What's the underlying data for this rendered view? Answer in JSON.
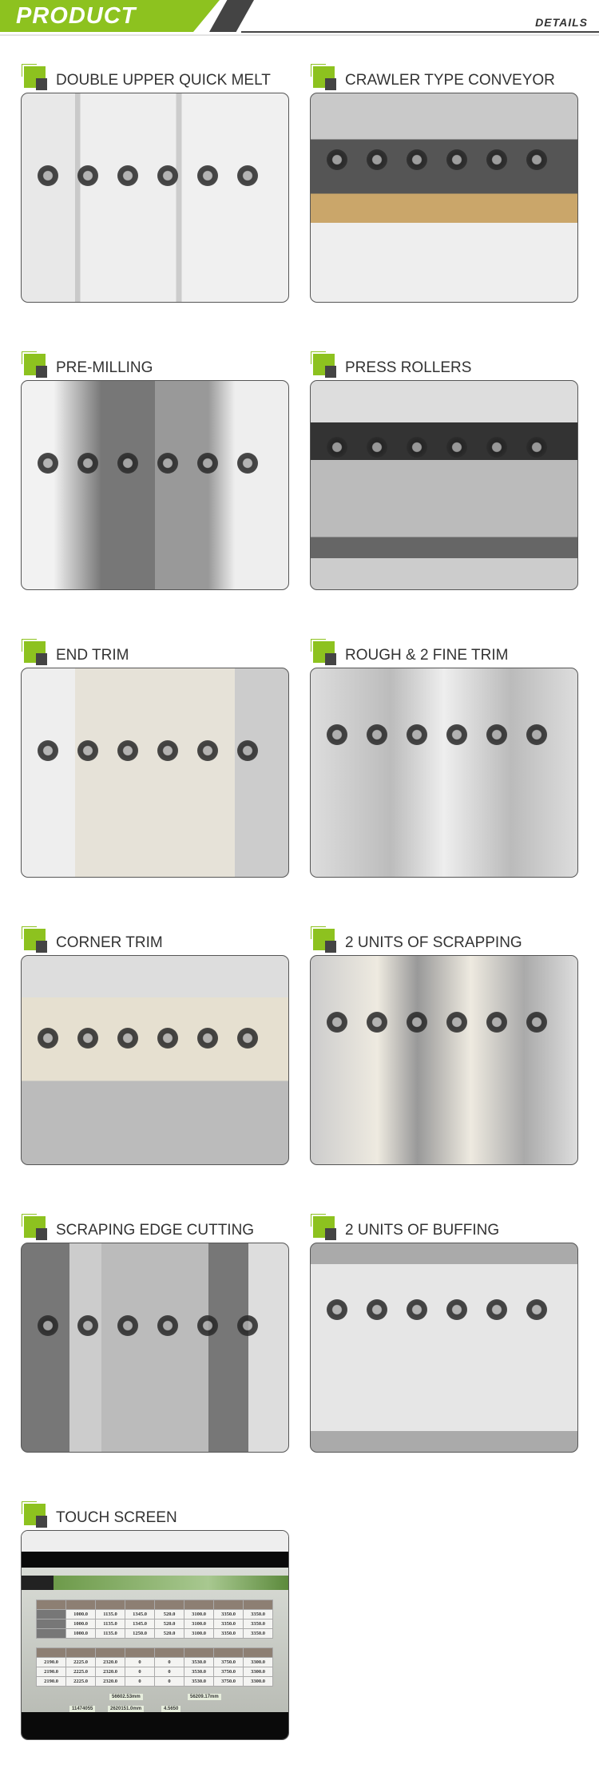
{
  "header": {
    "title": "PRODUCT",
    "subtitle": "DETAILS",
    "accent": "#8dc21f",
    "dark": "#444444"
  },
  "items": [
    {
      "title": "DOUBLE UPPER QUICK MELT",
      "image": "glue-pot-photo"
    },
    {
      "title": "CRAWLER TYPE CONVEYOR",
      "image": "conveyor-photo"
    },
    {
      "title": "PRE-MILLING",
      "image": "pre-milling-photo"
    },
    {
      "title": "PRESS ROLLERS",
      "image": "press-rollers-photo"
    },
    {
      "title": "END TRIM",
      "image": "end-trim-photo"
    },
    {
      "title": "ROUGH & 2 FINE TRIM",
      "image": "trim-photo"
    },
    {
      "title": "CORNER TRIM",
      "image": "corner-trim-photo"
    },
    {
      "title": "2 UNITS OF SCRAPPING",
      "image": "scraping-photo"
    },
    {
      "title": "SCRAPING EDGE CUTTING",
      "image": "edge-cutting-photo"
    },
    {
      "title": "2 UNITS OF BUFFING",
      "image": "buffing-photo"
    },
    {
      "title": "TOUCH SCREEN",
      "image": "touch-screen-photo"
    }
  ],
  "touch_screen": {
    "table1": [
      [
        "1000.0",
        "1135.0",
        "1345.0",
        "520.0",
        "3100.0",
        "3350.0",
        "3350.0"
      ],
      [
        "1000.0",
        "1135.0",
        "1345.0",
        "520.0",
        "3100.0",
        "3350.0",
        "3350.0"
      ],
      [
        "1000.0",
        "1135.0",
        "1250.0",
        "520.0",
        "3100.0",
        "3350.0",
        "3350.0"
      ]
    ],
    "table2": [
      [
        "2190.0",
        "2225.0",
        "2320.0",
        "0",
        "0",
        "3530.0",
        "3750.0",
        "3300.0"
      ],
      [
        "2190.0",
        "2225.0",
        "2320.0",
        "0",
        "0",
        "3530.0",
        "3750.0",
        "3300.0"
      ],
      [
        "2190.0",
        "2225.0",
        "2320.0",
        "0",
        "0",
        "3530.0",
        "3750.0",
        "3300.0"
      ]
    ],
    "readouts": [
      "56602.53mm",
      "56209.17mm",
      "11474055",
      "2620151.0mm",
      "4.5650"
    ]
  }
}
